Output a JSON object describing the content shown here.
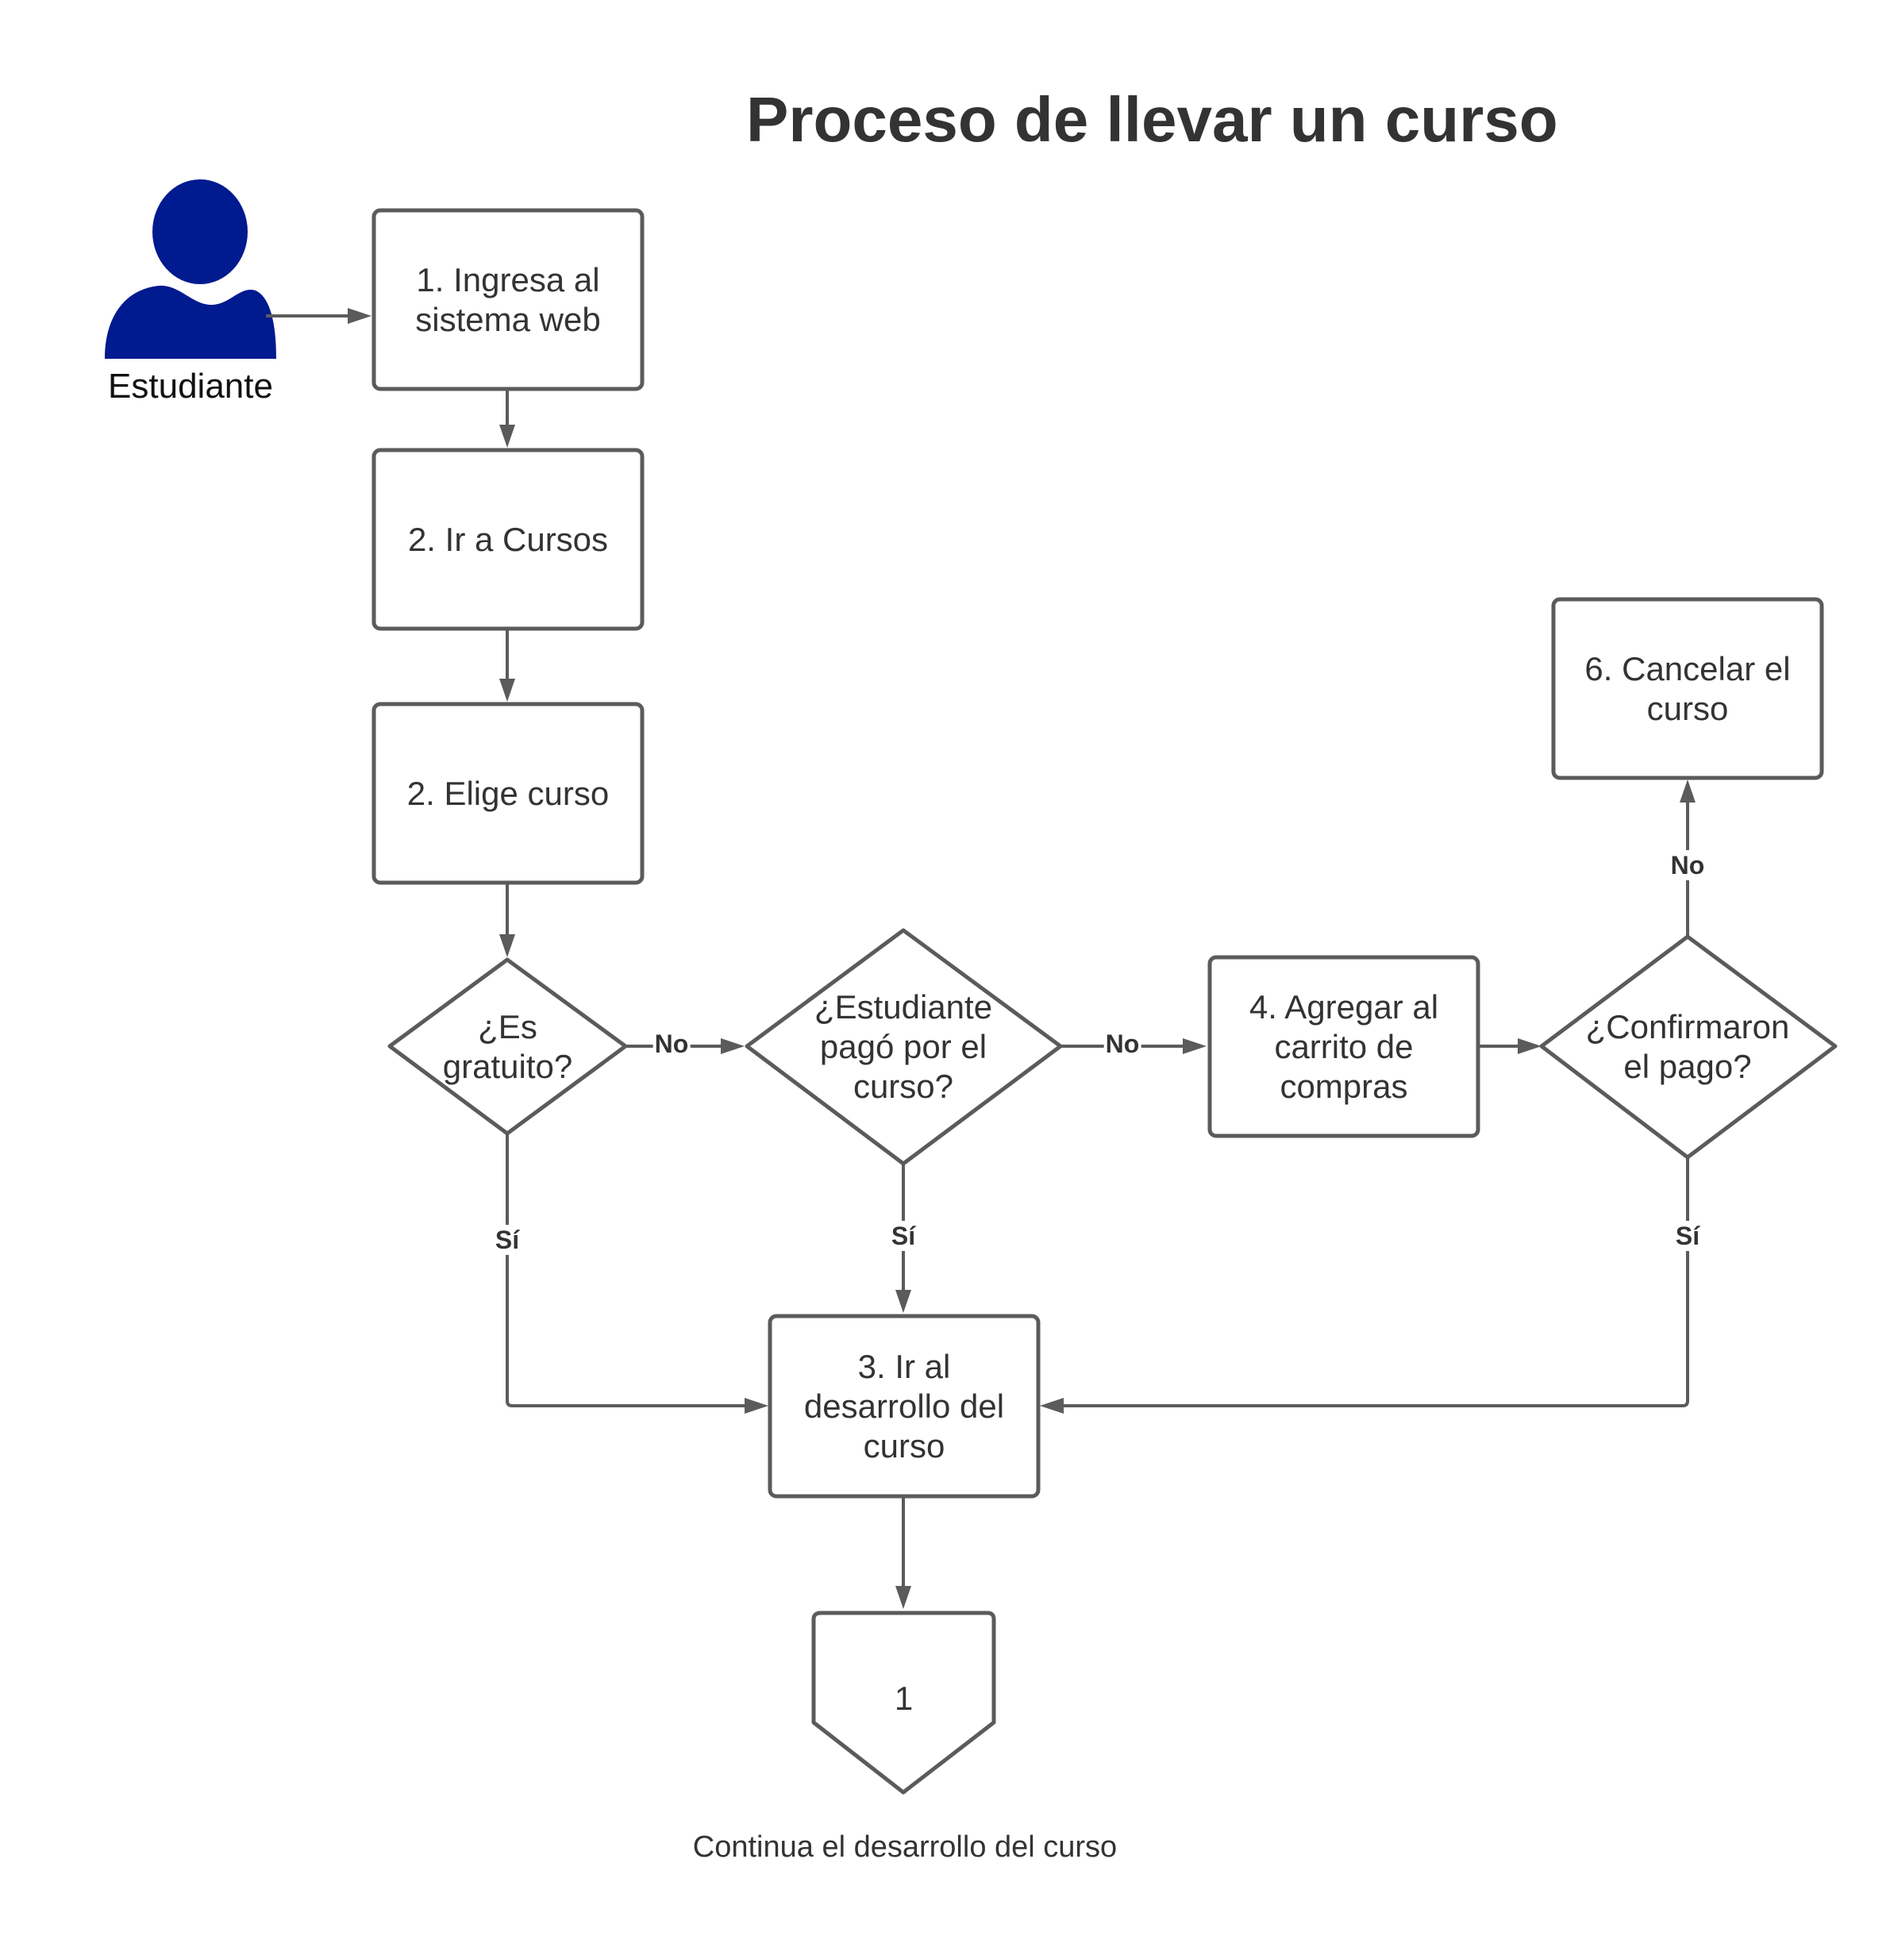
{
  "title": "Proceso de llevar un curso",
  "actor": {
    "label": "Estudiante",
    "icon": "person-icon",
    "color": "#001a8f"
  },
  "nodes": {
    "step1": "1. Ingresa al\nsistema web",
    "step2a": "2. Ir a Cursos",
    "step2b": "2. Elige curso",
    "decision_free": "¿Es\ngratuito?",
    "decision_paid": "¿Estudiante\npagó por el\ncurso?",
    "step4": "4. Agregar al\ncarrito de\ncompras",
    "decision_confirm": "¿Confirmaron\nel pago?",
    "step6": "6. Cancelar el\ncurso",
    "step3": "3. Ir al\ndesarrollo del\ncurso",
    "connector": "1"
  },
  "edge_labels": {
    "free_no": "No",
    "paid_no": "No",
    "confirm_no": "No",
    "free_yes": "Sí",
    "paid_yes": "Sí",
    "confirm_yes": "Sí"
  },
  "footer_note": "Continua el desarrollo del curso",
  "colors": {
    "stroke": "#5b5b5b",
    "text": "#333333",
    "actor": "#001a8f"
  }
}
